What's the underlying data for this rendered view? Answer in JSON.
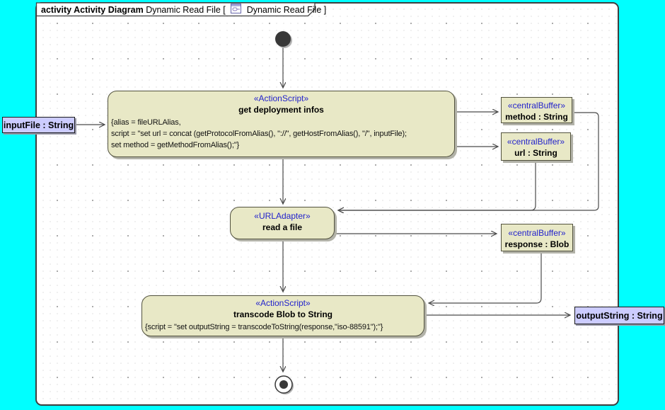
{
  "header": {
    "kind": "activity Activity Diagram",
    "name": " Dynamic Read File [ ",
    "context": " Dynamic Read File ",
    "close_bracket": "]"
  },
  "icons": {
    "diagram_icon": "activity-diagram-icon"
  },
  "nodes": {
    "action_get": {
      "stereotype": "«ActionScript»",
      "name": "get deployment infos",
      "script_lines": [
        "{alias = fileURLAlias,",
        "script = \"set url = concat (getProtocolFromAlias(), \"://\", getHostFromAlias(), \"/\", inputFile);",
        "set method = getMethodFromAlias();\"}"
      ]
    },
    "buffer_method": {
      "stereotype": "«centralBuffer»",
      "name": "method : String"
    },
    "buffer_url": {
      "stereotype": "«centralBuffer»",
      "name": "url : String"
    },
    "action_read": {
      "stereotype": "«URLAdapter»",
      "name": "read a file"
    },
    "buffer_response": {
      "stereotype": "«centralBuffer»",
      "name": "response : Blob"
    },
    "action_transcode": {
      "stereotype": "«ActionScript»",
      "name": "transcode Blob to String",
      "script_lines": [
        "{script = \"set outputString = transcodeToString(response,\"iso-88591\");\"}"
      ]
    },
    "pin_input": {
      "label": "inputFile : String"
    },
    "pin_output": {
      "label": "outputString : String"
    }
  },
  "colors": {
    "outside_background": "#00ffff",
    "node_fill": "#e8e8c6",
    "node_border": "#52523e",
    "stereotype_text": "#2222cc",
    "pin_fill": "#ccccff",
    "edge": "#4a4a4a",
    "shadow": "#b2b2a8"
  }
}
